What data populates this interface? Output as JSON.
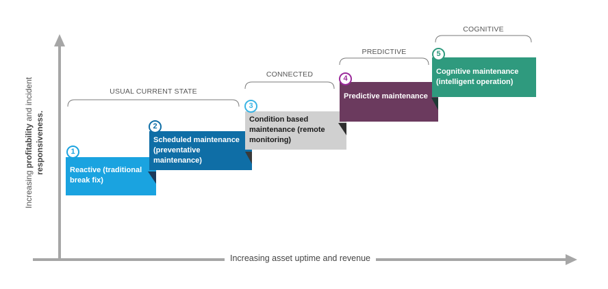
{
  "axes": {
    "y_label_prefix": "Increasing ",
    "y_label_bold1": "profitability",
    "y_label_middle": " and incident ",
    "y_label_bold2": "responsiveness.",
    "x_label": "Increasing asset uptime and revenue"
  },
  "phases": {
    "usual": "USUAL CURRENT STATE",
    "connected": "CONNECTED",
    "predictive": "PREDICTIVE",
    "cognitive": "COGNITIVE"
  },
  "steps": [
    {
      "number": "1",
      "label": "Reactive (traditional break fix)",
      "color": "#1aa3e0",
      "text_color": "#ffffff"
    },
    {
      "number": "2",
      "label": "Scheduled maintenance (preventative maintenance)",
      "color": "#0f6ea6",
      "text_color": "#ffffff"
    },
    {
      "number": "3",
      "label": "Condition based maintenance (remote monitoring)",
      "color": "#d0d0d0",
      "text_color": "#1a1a1a"
    },
    {
      "number": "4",
      "label": "Predictive maintenance",
      "color": "#6b3a5e",
      "text_color": "#ffffff"
    },
    {
      "number": "5",
      "label": "Cognitive maintenance (intelligent operation)",
      "color": "#2f9a7e",
      "text_color": "#ffffff"
    }
  ],
  "colors": {
    "axis": "#a6a6a6",
    "bracket": "#7a7a7a",
    "badge_1": "#1aa3e0",
    "badge_2": "#0f6ea6",
    "badge_3": "#3ab4e4",
    "badge_4": "#9b2a9a",
    "badge_5": "#2f9a7e"
  }
}
